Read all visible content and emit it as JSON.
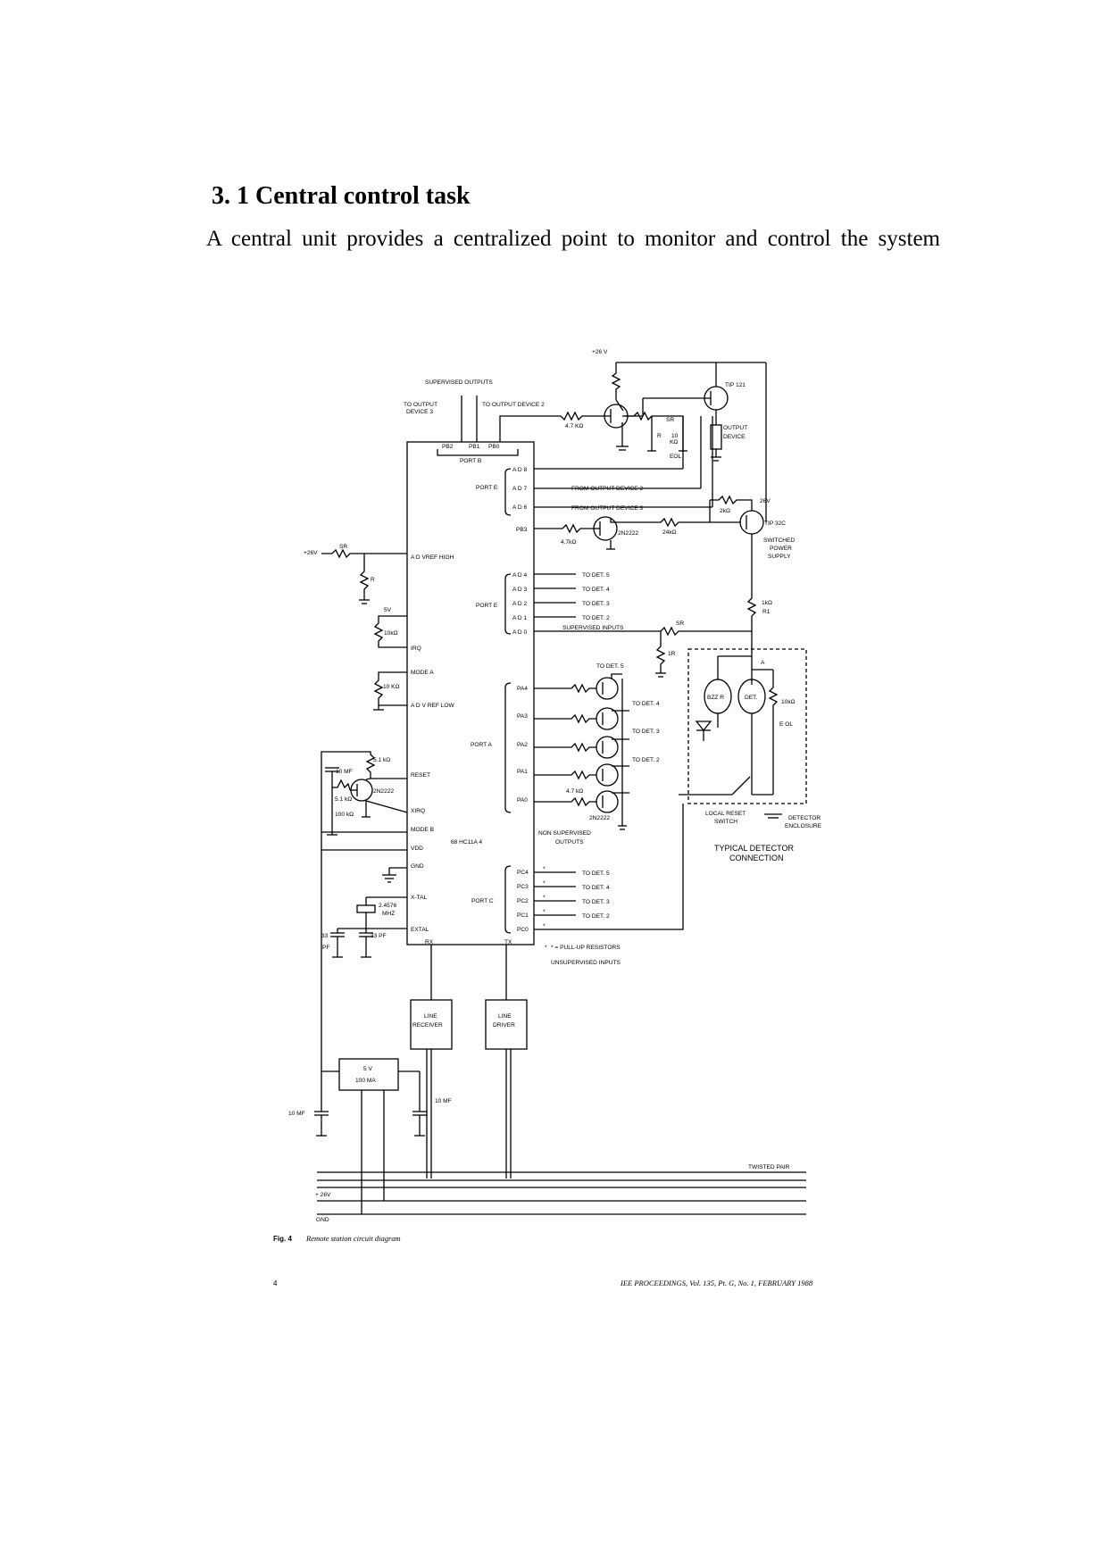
{
  "section": {
    "heading": "3. 1 Central control task",
    "intro": "A central unit provides a centralized point to monitor and control the system"
  },
  "figure": {
    "caption_label": "Fig. 4",
    "caption_text": "Remote station circuit diagram",
    "labels": {
      "supply_top": "+26 V",
      "supervised_outputs": "SUPERVISED OUTPUTS",
      "to_output_device_3": "TO OUTPUT",
      "to_output_device_3b": "DEVICE 3",
      "to_output_device_2": "TO OUTPUT DEVICE 2",
      "tip121": "TIP 121",
      "r_47k_a": "4.7 KΩ",
      "sr_a": "SR",
      "r_a": "R",
      "r_10k": "10",
      "r_10k_b": "KΩ",
      "eol_a": "EOL",
      "output_device": "OUTPUT",
      "output_device_b": "DEVICE",
      "pb2": "PB2",
      "pb1": "PB1",
      "pb0": "PB0",
      "port_b": "PORT B",
      "port_e_top": "PORT E",
      "ad8": "A D 8",
      "ad7": "A D 7",
      "ad6": "A D 6",
      "from_dev2": "FROM OUTPUT DEVICE 2",
      "from_dev3": "FROM OUTPUT DEVICE 3",
      "v26": "26V",
      "r_2k": "2kΩ",
      "tip32c": "TIP 32C",
      "switched": "SWITCHED",
      "power": "POWER",
      "supply": "SUPPLY",
      "pb3": "PB3",
      "r_47k_b": "4.7kΩ",
      "q_2n2222_a": "2N2222",
      "r_24k": "24kΩ",
      "supply_left": "+26V",
      "sr_b": "SR",
      "r_b": "R",
      "ad_vref_high": "A D VREF HIGH",
      "v5": "5V",
      "r_10k_c": "10kΩ",
      "irq": "IRQ",
      "ad4": "A D 4",
      "ad3": "A D 3",
      "ad2": "A D 2",
      "ad1": "A D 1",
      "ad0": "A D 0",
      "port_e_mid": "PORT E",
      "to_det5_a": "TO DET. 5",
      "to_det4_a": "TO DET. 4",
      "to_det3_a": "TO DET. 3",
      "to_det2_a": "TO DET. 2",
      "supervised_inputs": "SUPERVISED INPUTS",
      "sr_c": "SR",
      "r_c": "1R",
      "r_1k": "1kΩ",
      "r1": "R1",
      "node_a": "A",
      "mode_a": "MODE A",
      "r_10k_d": "10 KΩ",
      "ad_vref_low": "A D V REF LOW",
      "to_det5_b": "TO DET. 5",
      "pa4": "PA4",
      "pa3": "PA3",
      "pa2": "PA2",
      "pa1": "PA1",
      "pa0": "PA0",
      "port_a": "PORT A",
      "to_det4_b": "TO DET. 4",
      "to_det3_b": "TO DET. 3",
      "to_det2_b": "TO DET. 2",
      "r_47k_c": "4.7 kΩ",
      "q_2n2222_b": "2N2222",
      "non_supervised": "NON SUPERVISED",
      "outputs": "OUTPUTS",
      "bzz_r": "BZZ R",
      "det": "DET.",
      "r_10k_e": "10kΩ",
      "eol_b": "E OL",
      "local_reset": "LOCAL RESET",
      "switch": "SWITCH",
      "detector": "DETECTOR",
      "enclosure": "ENCLOSURE",
      "typical_detector": "TYPICAL DETECTOR",
      "connection": "CONNECTION",
      "r_51k_a": "5.1 kΩ",
      "c_10mf_a": "10 MF",
      "reset": "RESET",
      "r_51k_b": "5.1 kΩ",
      "q_2n2222_c": "2N2222",
      "r_100k": "100 kΩ",
      "xirq": "XIRQ",
      "mode_b": "MODE B",
      "chip": "68 HC11A 4",
      "vdd": "VDD",
      "gnd_pin": "GND",
      "xtal": "X-TAL",
      "xtal_freq": "2.4576",
      "xtal_unit": "MHZ",
      "extal": "EXTAL",
      "pc4": "PC4",
      "pc3": "PC3",
      "pc2": "PC2",
      "pc1": "PC1",
      "pc0": "PC0",
      "port_c": "PORT C",
      "to_det5_c": "TO DET. 5",
      "to_det4_c": "TO DET. 4",
      "to_det3_c": "TO DET. 3",
      "to_det2_c": "TO DET. 2",
      "c_33pf_a": "33",
      "c_pf_a": "PF",
      "c_33pf_b": "33 PF",
      "rx": "RX",
      "tx": "TX",
      "pullup": "* = PULL-UP RESISTORS",
      "unsupervised_inputs": "UNSUPERVISED INPUTS",
      "line_receiver": "LINE",
      "line_receiver_b": "RECEIVER",
      "line_driver": "LINE",
      "line_driver_b": "DRIVER",
      "reg_v": "5 V",
      "reg_ma": "100 MA",
      "c_10mf_b": "10 MF",
      "c_10mf_c": "10 MF",
      "twisted_pair": "TWISTED PAIR",
      "bus_26v": "+ 26V",
      "bus_gnd": "GND"
    }
  },
  "footer": {
    "page_number": "4",
    "journal": "IEE PROCEEDINGS, Vol. 135, Pt. G, No. 1, FEBRUARY 1988"
  }
}
